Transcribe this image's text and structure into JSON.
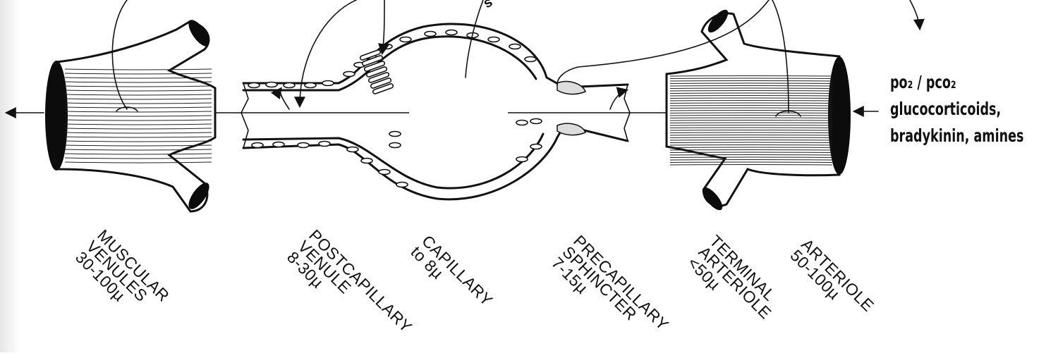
{
  "stimuli": {
    "line1": "po₂ / pco₂",
    "line2": "glucocorticoids,",
    "line3": "bradykinin, amines"
  },
  "top_fragment": "s",
  "segments": [
    {
      "name": "MUSCULAR\nVENULES",
      "size": "30-100µ"
    },
    {
      "name": "POSTCAPILLARY\nVENULE",
      "size": "8-30µ"
    },
    {
      "name": "CAPILLARY",
      "size": "to 8µ"
    },
    {
      "name": "PRECAPILLARY\nSPHINCTER",
      "size": "7-15µ"
    },
    {
      "name": "TERMINAL\nARTERIOLE",
      "size": "<50µ"
    },
    {
      "name": "ARTERIOLE",
      "size": "50-100µ"
    }
  ],
  "icons": {
    "flow_out": "arrow-left",
    "flow_in": "arrow-left",
    "pointer": "curved-arrow"
  }
}
